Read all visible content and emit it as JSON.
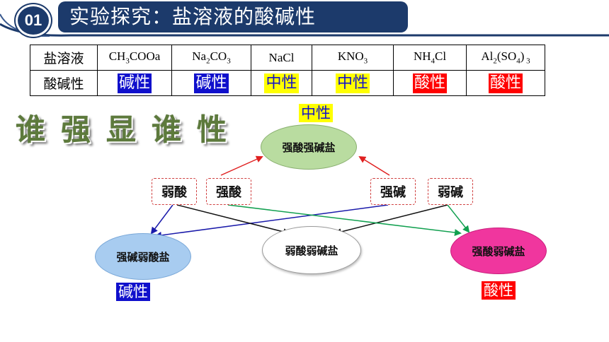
{
  "header": {
    "badge": "01",
    "title": "实验探究：盐溶液的酸碱性"
  },
  "table": {
    "row1_head": "盐溶液",
    "row2_head": "酸碱性",
    "salts": [
      {
        "formula_html": "CH<sub>3</sub>COOa",
        "property": "碱性",
        "style": "blue"
      },
      {
        "formula_html": "Na<sub>2</sub>CO<sub>3</sub>",
        "property": "碱性",
        "style": "blue"
      },
      {
        "formula_html": "NaCl",
        "property": "中性",
        "style": "yellow"
      },
      {
        "formula_html": "KNO<sub>3</sub>",
        "property": "中性",
        "style": "yellow"
      },
      {
        "formula_html": "NH<sub>4</sub>Cl",
        "property": "酸性",
        "style": "red"
      },
      {
        "formula_html": "Al<sub>2</sub>(SO<sub>4</sub>)<sub> 3</sub>",
        "property": "酸性",
        "style": "red"
      }
    ]
  },
  "slogan": "谁强显谁性",
  "diagram": {
    "top_label": "中性",
    "top_oval": "强酸强碱盐",
    "weak_acid": "弱酸",
    "strong_acid": "强酸",
    "strong_base": "强碱",
    "weak_base": "弱碱",
    "left_oval": "强碱弱酸盐",
    "middle_oval": "弱酸弱碱盐",
    "right_oval": "强酸弱碱盐",
    "left_label": "碱性",
    "right_label": "酸性"
  },
  "colors": {
    "header_navy": "#1c3a6b",
    "blue": "#1010cc",
    "yellow": "#ffff00",
    "red": "#ff0000",
    "green_arrow": "#12a050",
    "top_oval": "#b9dca0",
    "left_oval": "#a8ccf0",
    "right_oval": "#f0369e"
  }
}
